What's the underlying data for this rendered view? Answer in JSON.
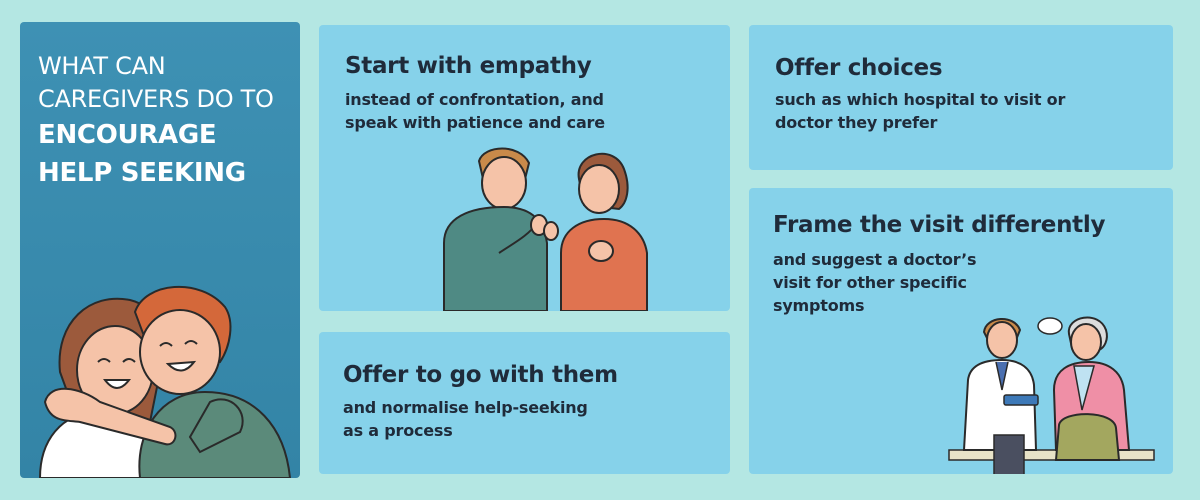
{
  "headline": {
    "line1": "WHAT CAN",
    "line2": "CAREGIVERS DO TO",
    "line3": "ENCOURAGE",
    "line4": "HELP SEEKING"
  },
  "cards": [
    {
      "title": "Start with empathy",
      "lines": [
        "instead of confrontation, and",
        "speak with patience and care"
      ]
    },
    {
      "title": "Offer to go with them",
      "lines": [
        "and normalise help-seeking",
        "as a process"
      ]
    },
    {
      "title": "Offer choices",
      "lines": [
        "such as which hospital to visit or",
        "doctor they prefer"
      ]
    },
    {
      "title": "Frame the visit differently",
      "lines": [
        "and suggest a doctor’s",
        "visit for other specific",
        "symptoms"
      ]
    }
  ],
  "illustrations": {
    "hug": "hugging-couple-illustration",
    "talk": "two-people-talking-illustration",
    "doctor": "doctor-and-patient-illustration"
  },
  "colors": {
    "background": "#b4e7e3",
    "side_panel": "#3a8db0",
    "card": "#86d2ea",
    "text_dark": "#1f2b3a"
  }
}
